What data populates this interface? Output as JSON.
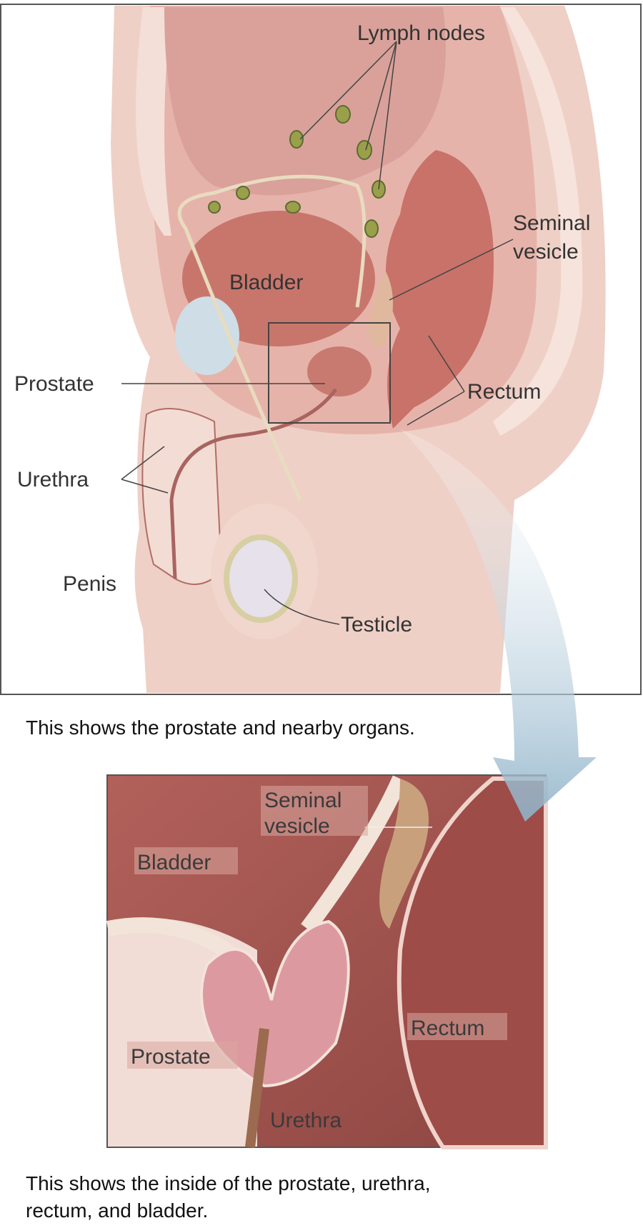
{
  "main_figure": {
    "labels": {
      "lymph_nodes": "Lymph nodes",
      "seminal_vesicle_1": "Seminal",
      "seminal_vesicle_2": "vesicle",
      "bladder": "Bladder",
      "prostate": "Prostate",
      "rectum": "Rectum",
      "urethra": "Urethra",
      "penis": "Penis",
      "testicle": "Testicle"
    },
    "caption": "This shows the prostate and nearby organs."
  },
  "inset_figure": {
    "labels": {
      "seminal_vesicle_1": "Seminal",
      "seminal_vesicle_2": "vesicle",
      "bladder": "Bladder",
      "rectum": "Rectum",
      "prostate": "Prostate",
      "urethra": "Urethra"
    },
    "caption_line1": "This shows the inside of the prostate, urethra,",
    "caption_line2": "rectum, and bladder."
  },
  "colors": {
    "skin": "#efd0c6",
    "organ": "#c8766c",
    "frame": "#555555",
    "arrow": "#9dbdd0"
  }
}
